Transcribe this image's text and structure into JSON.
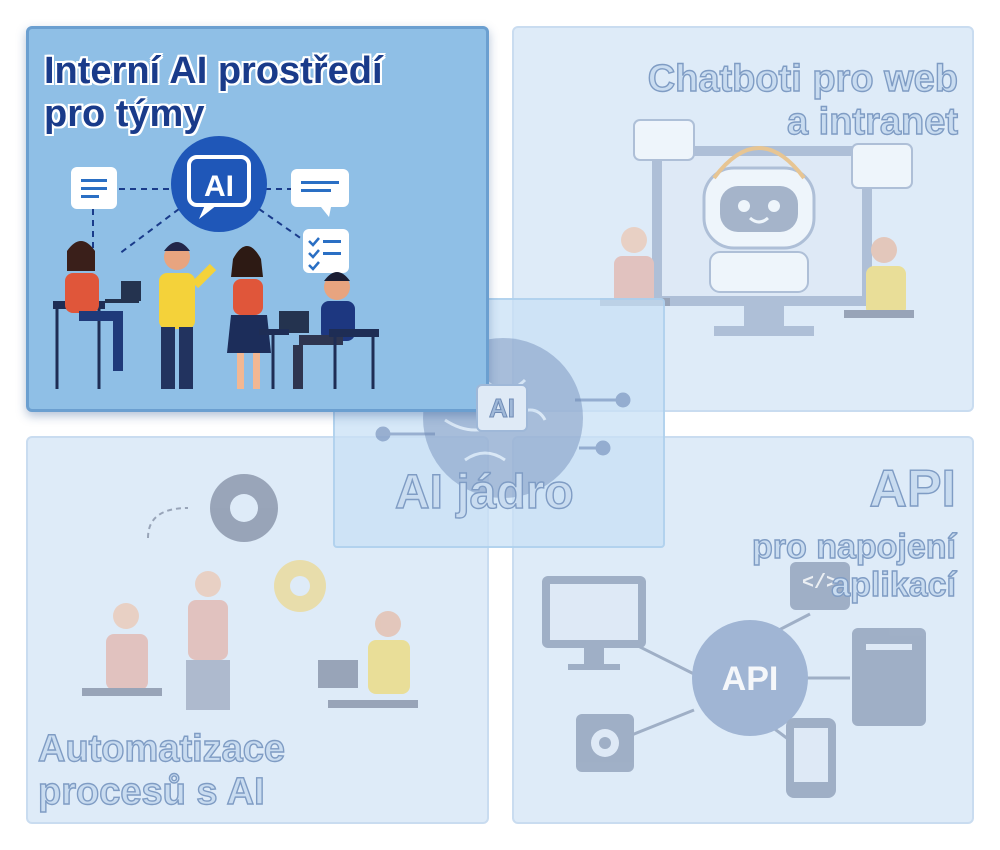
{
  "panels": {
    "internal": {
      "title_line1": "Interní AI prostředí",
      "title_line2": "pro týmy",
      "badge": "AI",
      "icons": [
        "ai-chat-bubble-icon",
        "document-icon",
        "chat-message-icon",
        "checklist-icon",
        "laptop-icon"
      ]
    },
    "chatbots": {
      "title_line1": "Chatboti pro web",
      "title_line2": "a intranet",
      "icons": [
        "robot-icon",
        "headset-icon",
        "monitor-icon",
        "chat-message-icon"
      ]
    },
    "core": {
      "title": "AI jádro",
      "badge": "AI",
      "icons": [
        "brain-icon",
        "circuit-icon"
      ]
    },
    "api": {
      "title": "API",
      "subtitle_line1": "pro napojení",
      "subtitle_line2": "aplikací",
      "hub_label": "API",
      "code_glyph": "</>",
      "icons": [
        "monitor-icon",
        "code-icon",
        "server-icon",
        "gear-icon",
        "smartphone-icon"
      ]
    },
    "automation": {
      "title_line1": "Automatizace",
      "title_line2": "procesů s AI",
      "icons": [
        "gear-icon",
        "checklist-icon",
        "laptop-icon"
      ]
    }
  },
  "colors": {
    "primary_dark": "#1a3b8a",
    "accent_blue": "#2a6fc4",
    "panel_active": "#8fbfe6",
    "panel_faded": "#deebf8",
    "faded_outline": "#7f9cc4"
  }
}
